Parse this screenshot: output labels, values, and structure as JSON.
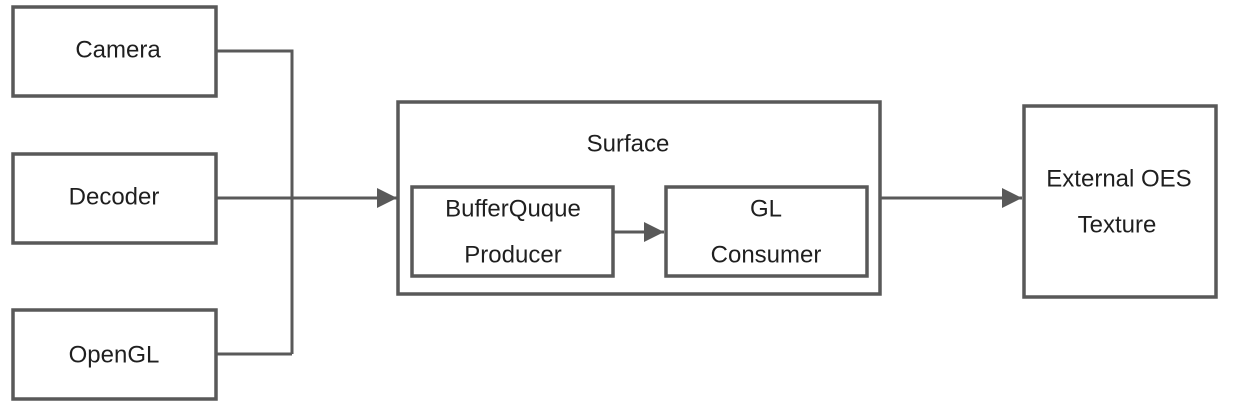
{
  "diagram": {
    "type": "flow",
    "stroke_color": "#595959",
    "text_color": "#1f1f1f",
    "nodes": {
      "camera": {
        "lines": [
          "Camera"
        ]
      },
      "decoder": {
        "lines": [
          "Decoder"
        ]
      },
      "opengl": {
        "lines": [
          "OpenGL"
        ]
      },
      "surface": {
        "lines": [
          "Surface"
        ]
      },
      "producer": {
        "lines": [
          "BufferQuque",
          "Producer"
        ]
      },
      "consumer": {
        "lines": [
          "GL",
          "Consumer"
        ]
      },
      "texture": {
        "lines": [
          "External OES",
          "Texture"
        ]
      }
    },
    "edges": [
      {
        "from": "camera",
        "to": "surface"
      },
      {
        "from": "decoder",
        "to": "surface"
      },
      {
        "from": "opengl",
        "to": "surface"
      },
      {
        "from": "producer",
        "to": "consumer"
      },
      {
        "from": "surface",
        "to": "texture"
      }
    ]
  }
}
